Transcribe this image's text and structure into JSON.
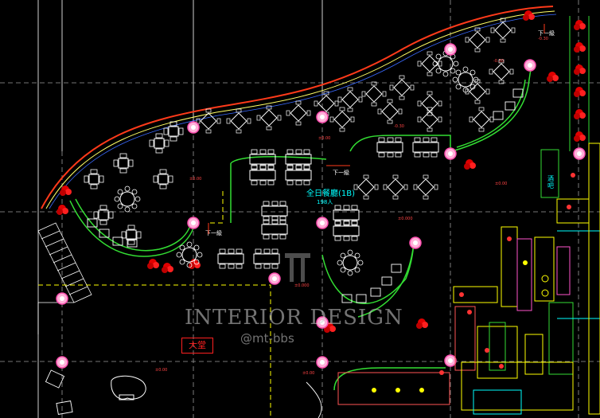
{
  "plan": {
    "main_area_label": "全日餐廳(1B)",
    "main_area_capacity": "198人",
    "lobby_label": "大堂",
    "bar_label": "酒吧",
    "step_down_label": "下一級",
    "level_marks": [
      "-0.30",
      "-0.30",
      "±0.00",
      "-0.30",
      "±0.00",
      "±0.000",
      "±0.00",
      "±0.000",
      "±0.00",
      "±0.00"
    ]
  },
  "watermark": {
    "title": "INTERIOR DESIGN",
    "handle": "@mt-bbs"
  },
  "colors": {
    "background": "#000000",
    "curtain_wall": "#ff3a1a",
    "planter": "#33dd33",
    "furniture": "#ffffff",
    "grid": "#bbbbbb",
    "label_cyan": "#00ffff",
    "lobby_red": "#ff2020",
    "kitchen_yellow": "#ffff00",
    "column_magenta": "#ff55cc"
  }
}
